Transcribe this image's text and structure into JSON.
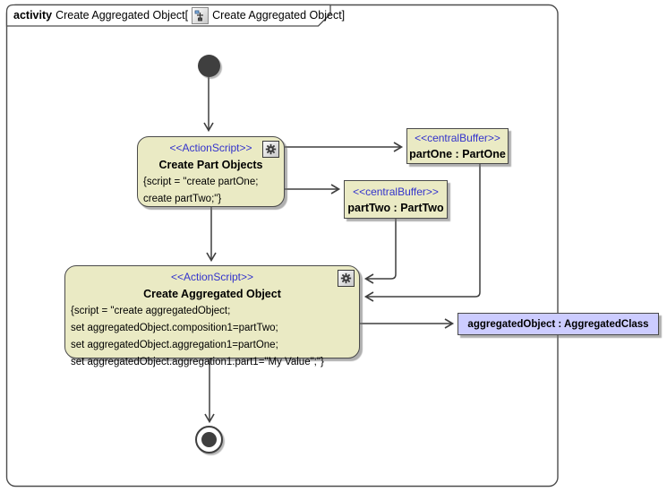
{
  "frame_title": {
    "keyword": "activity",
    "name": "Create Aggregated Object",
    "open_bracket": "[",
    "diagram_name": "Create Aggregated Object",
    "close_bracket": "]"
  },
  "nodes": {
    "create_part_objects": {
      "stereotype": "<<ActionScript>>",
      "name": "Create Part Objects",
      "script_lines": [
        "{script = \"create partOne;",
        "create partTwo;\"}"
      ]
    },
    "part_one_buffer": {
      "stereotype": "<<centralBuffer>>",
      "name": "partOne : PartOne"
    },
    "part_two_buffer": {
      "stereotype": "<<centralBuffer>>",
      "name": "partTwo : PartTwo"
    },
    "create_aggregated_object": {
      "stereotype": "<<ActionScript>>",
      "name": "Create Aggregated Object",
      "script_lines": [
        "{script = \"create aggregatedObject;",
        "set aggregatedObject.composition1=partTwo;",
        "set aggregatedObject.aggregation1=partOne;",
        "set aggregatedObject.aggregation1.part1=\"My Value\";\"}"
      ]
    },
    "aggregated_object": {
      "name": "aggregatedObject : AggregatedClass"
    }
  },
  "edges": [
    {
      "from": "initial-node",
      "to": "create-part-objects"
    },
    {
      "from": "create-part-objects",
      "to": "part-one-buffer"
    },
    {
      "from": "create-part-objects",
      "to": "part-two-buffer"
    },
    {
      "from": "create-part-objects",
      "to": "create-aggregated-object"
    },
    {
      "from": "part-two-buffer",
      "to": "create-aggregated-object"
    },
    {
      "from": "part-one-buffer",
      "to": "create-aggregated-object"
    },
    {
      "from": "create-aggregated-object",
      "to": "aggregated-object"
    },
    {
      "from": "create-aggregated-object",
      "to": "final-node"
    }
  ],
  "icons": {
    "gear": "gear-icon",
    "diagram": "activity-diagram-icon"
  },
  "colors": {
    "node_fill": "#EAEAC4",
    "object_fill": "#CCCCFF",
    "stereotype_color": "#3333CC",
    "line_color": "#3F3F3F",
    "frame_color": "#4D4D4D"
  }
}
